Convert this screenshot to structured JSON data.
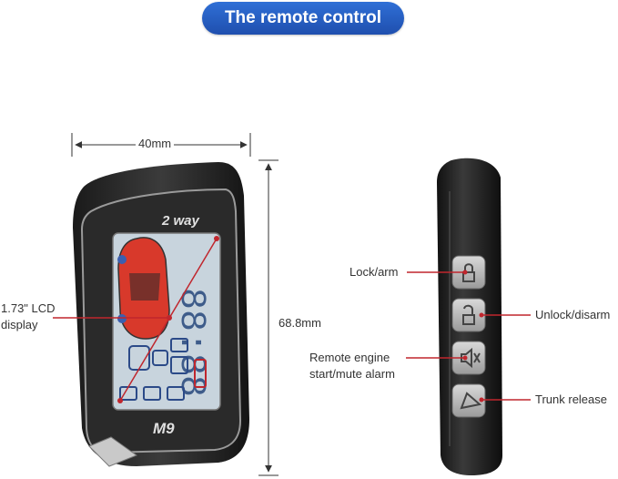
{
  "title": "The remote control",
  "dimensions": {
    "width": "40mm",
    "height": "68.8mm"
  },
  "device": {
    "brand_text": "2 way",
    "model_text": "M9"
  },
  "callouts": {
    "lcd": [
      "1.73\" LCD",
      "display"
    ],
    "lock": "Lock/arm",
    "unlock": "Unlock/disarm",
    "engine": [
      "Remote engine",
      "start/mute alarm"
    ],
    "trunk": "Trunk release"
  },
  "lcd_digits": "88:88",
  "colors": {
    "accent": "#2555b8",
    "callout_line": "#c0262d",
    "car": "#d8392b",
    "lcd_bg": "#c8d4dd"
  }
}
